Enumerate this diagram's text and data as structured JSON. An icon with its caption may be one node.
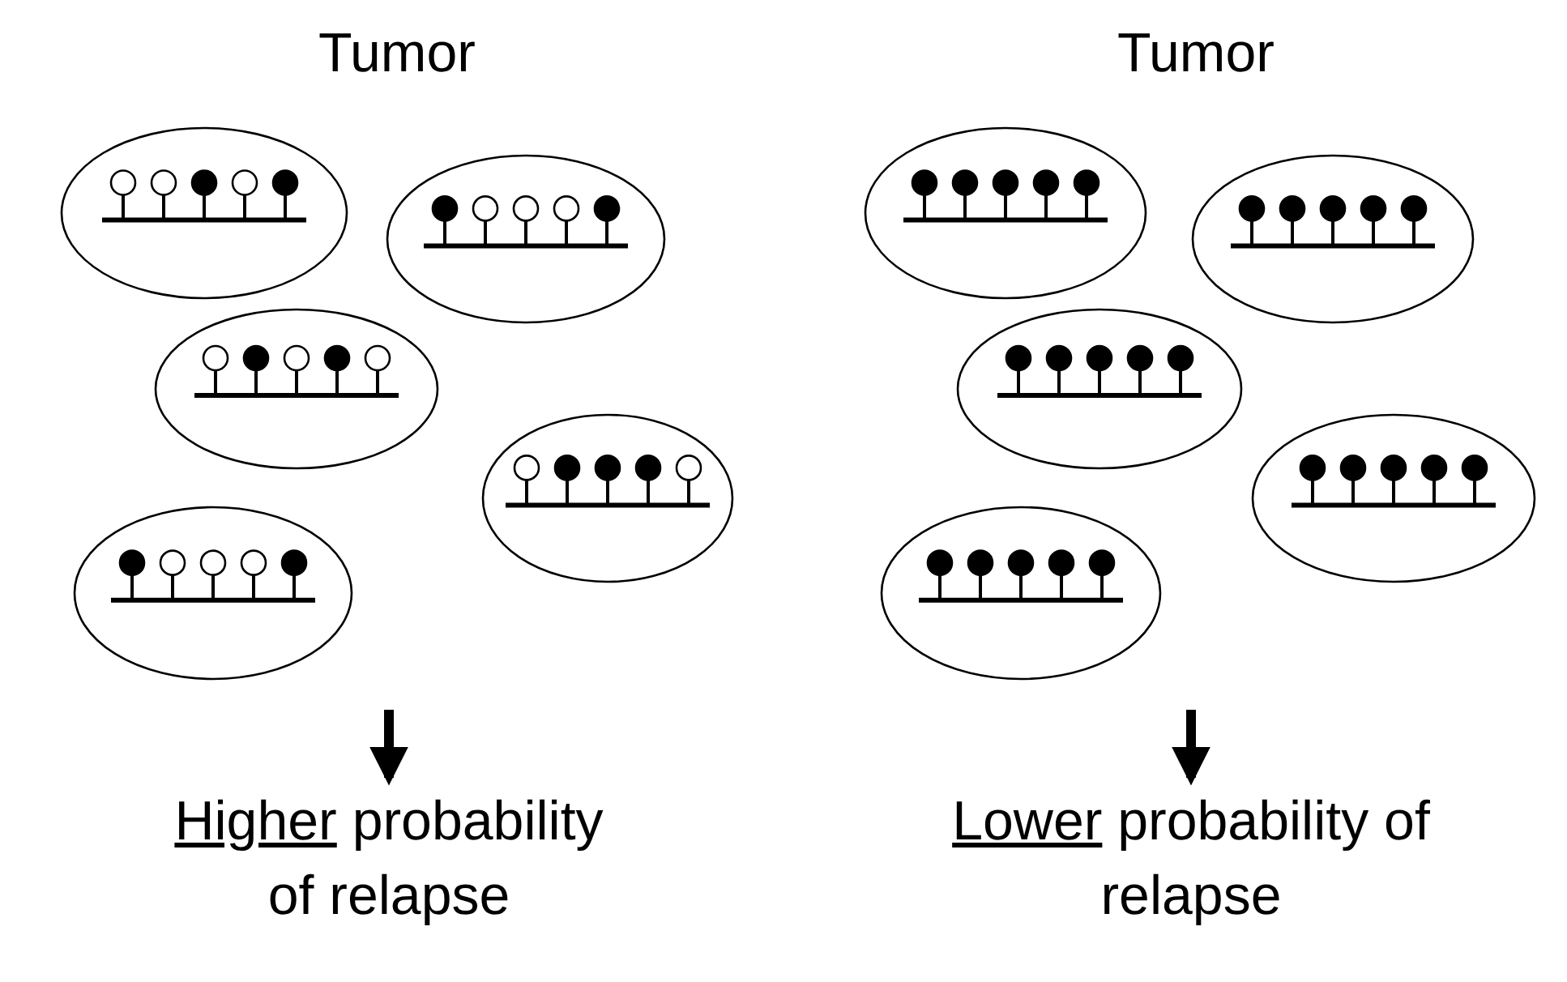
{
  "diagram": {
    "nodes": [
      {
        "text": [
          "Tumor"
        ]
      },
      {
        "text": [],
        "shape": "circle",
        "in": 0
      },
      {
        "text": [],
        "shape": "circle",
        "in": 0
      },
      {
        "text": [],
        "shape": "circle",
        "in": 0
      },
      {
        "text": [],
        "shape": "circle",
        "in": 0
      },
      {
        "text": [],
        "shape": "circle",
        "in": 0
      },
      {
        "text": [
          "Higher probability of relapse"
        ]
      },
      {
        "text": [
          "Tumor"
        ]
      },
      {
        "text": [],
        "shape": "circle",
        "in": 7
      },
      {
        "text": [],
        "shape": "circle",
        "in": 7
      },
      {
        "text": [],
        "shape": "circle",
        "in": 7
      },
      {
        "text": [],
        "shape": "circle",
        "in": 7
      },
      {
        "text": [],
        "shape": "circle",
        "in": 7
      },
      {
        "text": [
          "Lower probability of relapse"
        ]
      }
    ],
    "edges": [
      {
        "from": 0,
        "to": 6,
        "arrow": "to"
      },
      {
        "from": 7,
        "to": 13,
        "arrow": "to"
      }
    ]
  }
}
